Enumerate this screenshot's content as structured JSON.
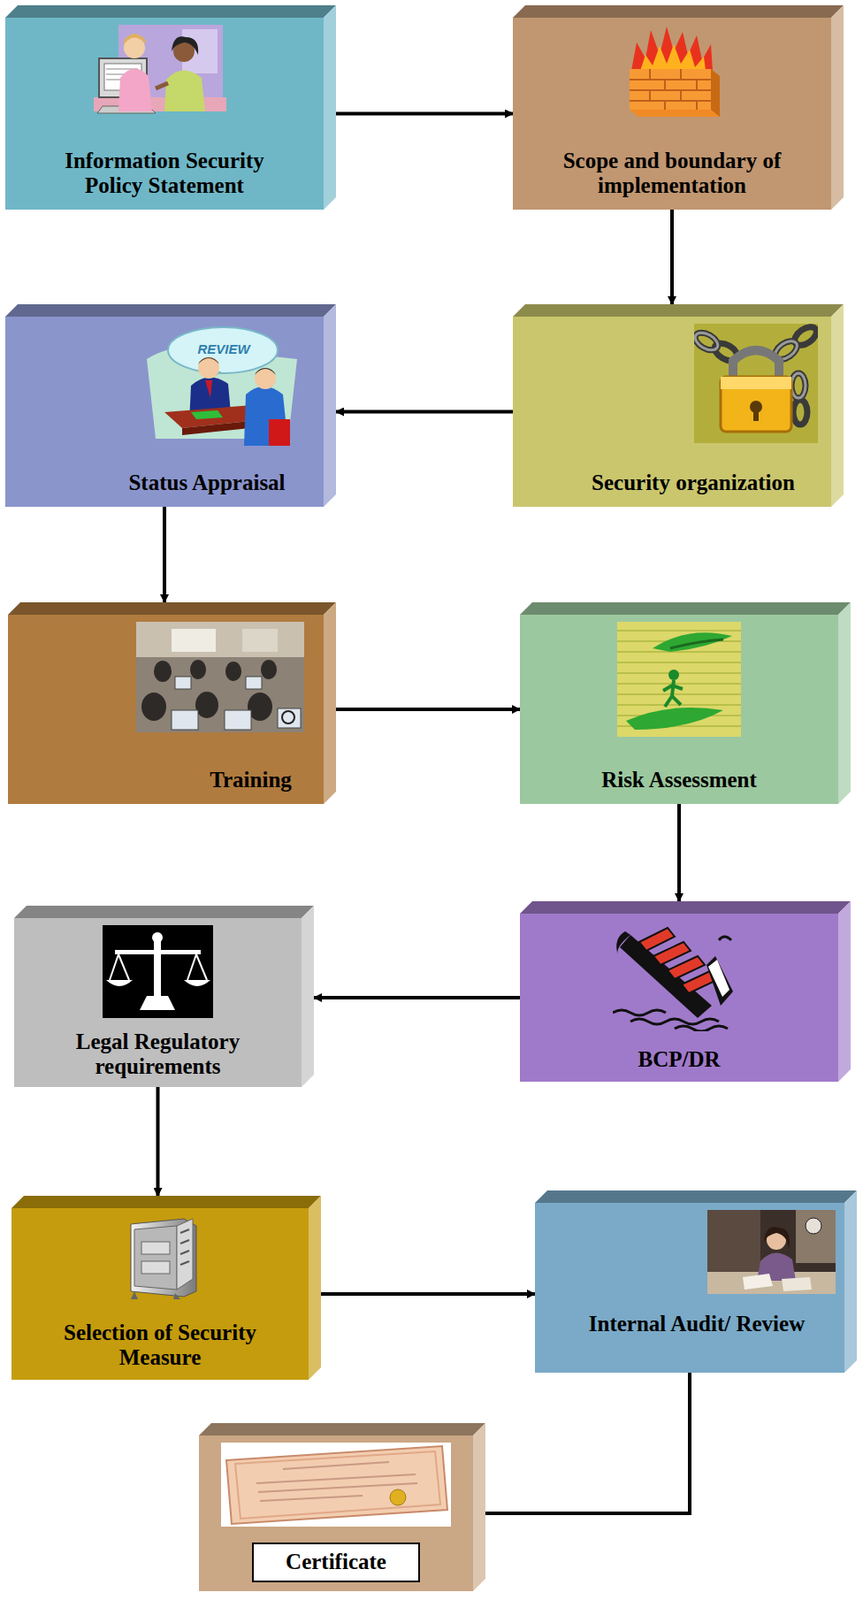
{
  "diagram": {
    "nodes": [
      {
        "text": [
          "Information Security Policy Statement"
        ]
      },
      {
        "text": [
          "Scope and boundary of implementation"
        ]
      },
      {
        "text": [
          "Security organization"
        ]
      },
      {
        "text": [
          "Status Appraisal"
        ]
      },
      {
        "text": [
          "Training"
        ]
      },
      {
        "text": [
          "Risk Assessment"
        ]
      },
      {
        "text": [
          "BCP/DR"
        ]
      },
      {
        "text": [
          "Legal Regulatory requirements"
        ]
      },
      {
        "text": [
          "Selection of Security Measure"
        ]
      },
      {
        "text": [
          "Internal Audit/ Review"
        ]
      },
      {
        "text": [
          "Certificate"
        ]
      }
    ],
    "edges": [
      {
        "from": 0,
        "to": 1,
        "arrow": "to"
      },
      {
        "from": 1,
        "to": 2,
        "arrow": "to"
      },
      {
        "from": 2,
        "to": 3,
        "arrow": "to"
      },
      {
        "from": 3,
        "to": 4,
        "arrow": "to"
      },
      {
        "from": 4,
        "to": 5,
        "arrow": "to"
      },
      {
        "from": 5,
        "to": 6,
        "arrow": "to"
      },
      {
        "from": 6,
        "to": 7,
        "arrow": "to"
      },
      {
        "from": 7,
        "to": 8,
        "arrow": "to"
      },
      {
        "from": 8,
        "to": 9,
        "arrow": "to"
      },
      {
        "from": 9,
        "to": 10,
        "arrow": "none"
      }
    ],
    "labels": [
      "REVIEW"
    ]
  }
}
